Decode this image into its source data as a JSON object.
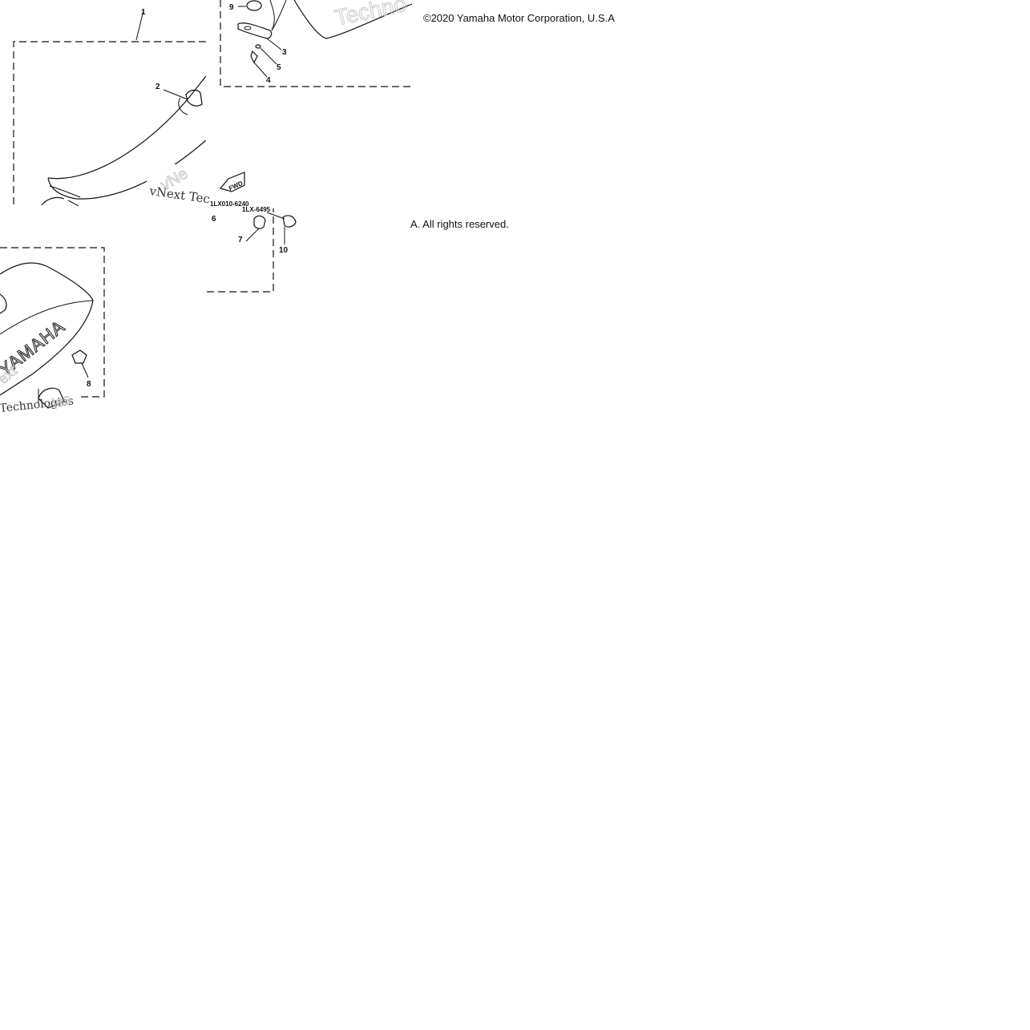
{
  "copyright_top": "©2020 Yamaha Motor Corporation, U.S.A",
  "copyright_bottom": "A. All rights reserved.",
  "part_numbers": {
    "p1": "1LX010-6240",
    "p2": "1LX-6495"
  },
  "callouts": [
    "1",
    "2",
    "3",
    "4",
    "5",
    "6",
    "7",
    "8",
    "9",
    "10"
  ],
  "logo_text": "YAMAHA",
  "watermark": {
    "w1": "Techno",
    "w2": "vNext Tec",
    "w3": "vNe",
    "w4": "Technologies",
    "w5": "ext",
    "w6": "ies"
  },
  "arrow_label": "FWD"
}
